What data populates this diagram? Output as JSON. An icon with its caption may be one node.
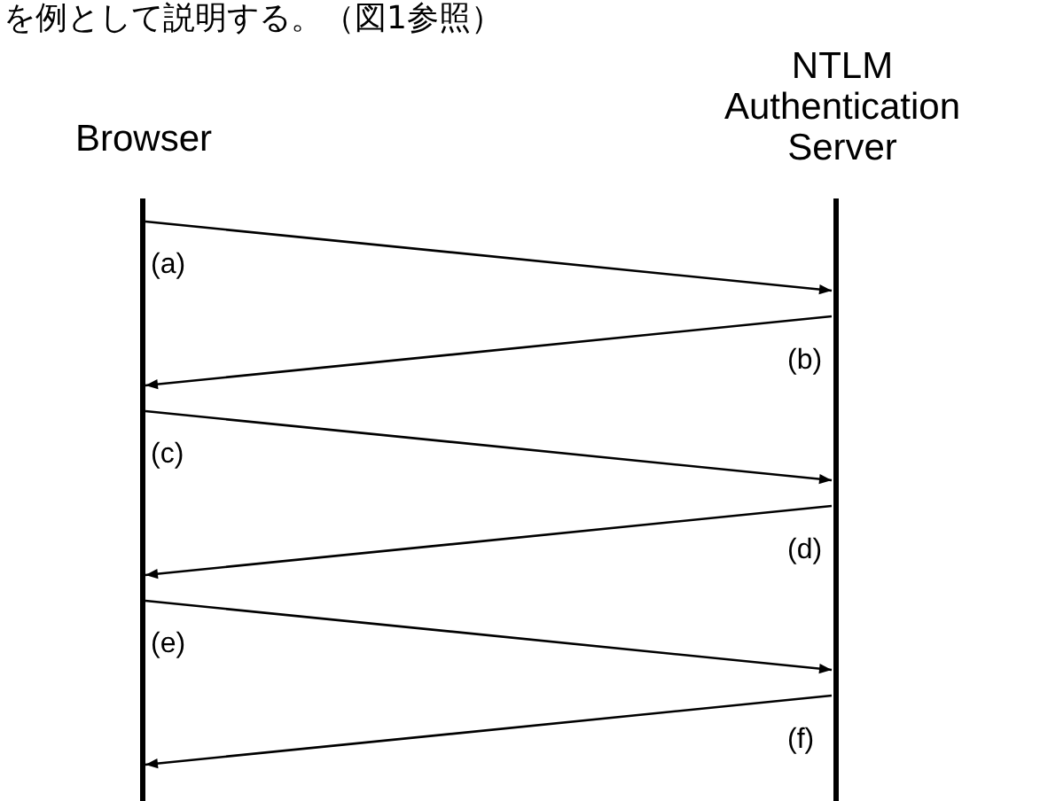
{
  "diagram": {
    "nodes": [
      {
        "text": [
          "Browser"
        ]
      },
      {
        "text": [
          "NTLM Authentication Server"
        ]
      }
    ],
    "edges": [
      {
        "from": 0,
        "to": 1,
        "arrow": "to",
        "label": "(a)"
      },
      {
        "from": 1,
        "to": 0,
        "arrow": "to",
        "label": "(b)"
      },
      {
        "from": 0,
        "to": 1,
        "arrow": "to",
        "label": "(c)"
      },
      {
        "from": 1,
        "to": 0,
        "arrow": "to",
        "label": "(d)"
      },
      {
        "from": 0,
        "to": 1,
        "arrow": "to",
        "label": "(e)"
      },
      {
        "from": 1,
        "to": 0,
        "arrow": "to",
        "label": "(f)"
      }
    ],
    "labels": [
      "を例として説明する。（図1参照）"
    ]
  }
}
